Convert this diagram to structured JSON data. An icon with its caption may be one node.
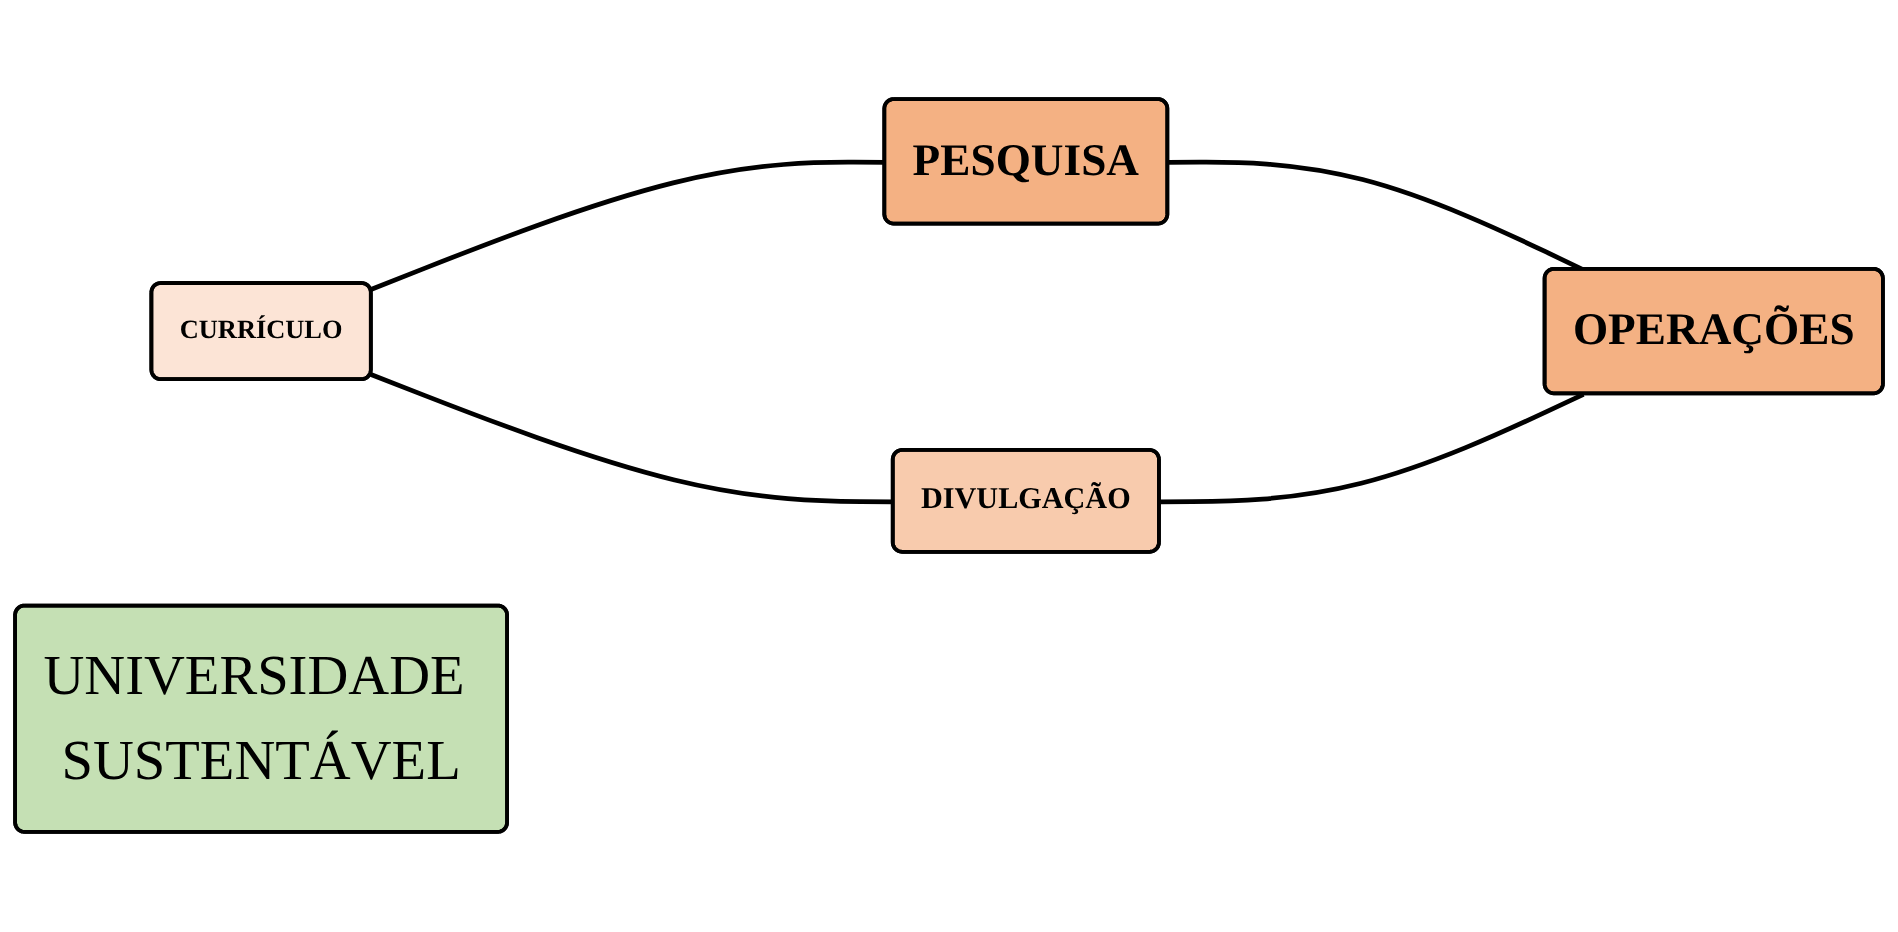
{
  "diagram": {
    "nodes": [
      {
        "text": [
          "CURRÍCULO"
        ]
      },
      {
        "text": [
          "PESQUISA"
        ]
      },
      {
        "text": [
          "UNIVERSIDADE SUSTENTÁVEL"
        ]
      },
      {
        "text": [
          "DIVULGAÇÃO"
        ]
      },
      {
        "text": [
          "OPERAÇÕES"
        ]
      }
    ],
    "edges": [
      {
        "from": 0,
        "to": 1,
        "arrow": "none"
      },
      {
        "from": 0,
        "to": 3,
        "arrow": "none"
      },
      {
        "from": 1,
        "to": 4,
        "arrow": "none"
      },
      {
        "from": 3,
        "to": 4,
        "arrow": "none"
      }
    ]
  }
}
